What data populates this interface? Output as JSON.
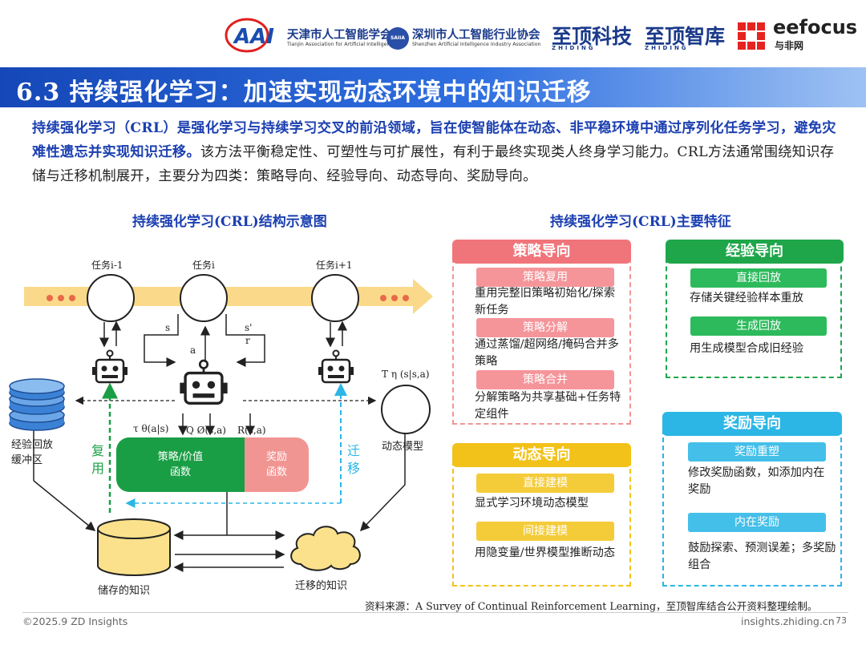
{
  "header": {
    "logos": [
      {
        "name": "tj-ai-society",
        "text": "天津市人工智能学会",
        "sub": "Tianjin Association for Artificial Intelligence",
        "mark": "CAAI"
      },
      {
        "name": "sz-ai-association",
        "text": "深圳市人工智能行业协会",
        "sub": "Shenzhen Artificial Intelligence Industry Association",
        "mark": "SAIIA"
      },
      {
        "name": "zhiding-tech",
        "text": "至顶科技",
        "sub": "ZHIDING"
      },
      {
        "name": "zhiding-think",
        "text": "至顶智库",
        "sub": "ZHIDING"
      },
      {
        "name": "eefocus",
        "text": "eefocus",
        "sub": "与非网"
      }
    ]
  },
  "title": "6.3 持续强化学习：加速实现动态环境中的知识迁移",
  "intro": {
    "highlight": "持续强化学习（CRL）是强化学习与持续学习交叉的前沿领域，旨在使智能体在动态、非平稳环境中通过序列化任务学习，避免灾难性遗忘并实现知识迁移。",
    "rest": "该方法平衡稳定性、可塑性与可扩展性，有利于最终实现类人终身学习能力。CRL方法通常围绕知识存储与迁移机制展开，主要分为四类：策略导向、经验导向、动态导向、奖励导向。"
  },
  "diagram": {
    "title": "持续强化学习(CRL)结构示意图",
    "tasks": [
      "任务i-1",
      "任务i",
      "任务i+1"
    ],
    "label_s": "s",
    "label_s_prime": "s'",
    "label_r": "r",
    "label_a": "a",
    "label_tau": "τ θ(a|s)",
    "label_q": "Q Ø(s,a)",
    "label_r_sa": "R(s,a)",
    "label_t_eta": "T η (s|s,a)",
    "dynamics_model": "动态模型",
    "replay_buffer": "经验回放\n缓冲区",
    "reuse": "复\n用",
    "transfer": "迁\n移",
    "policy_value": "策略/价值\n函数",
    "reward_func": "奖励\n函数",
    "stored_knowledge": "储存的知识",
    "transferred_knowledge": "迁移的知识"
  },
  "features": {
    "title": "持续强化学习(CRL)主要特征",
    "groups": [
      {
        "head": "策略导向",
        "color": "#f0757a",
        "tag_color": "#f5959a",
        "items": [
          {
            "tag": "策略复用",
            "desc": "重用完整旧策略初始化/探索新任务"
          },
          {
            "tag": "策略分解",
            "desc": "通过蒸馏/超网络/掩码合并多策略"
          },
          {
            "tag": "策略合并",
            "desc": "分解策略为共享基础+任务特定组件"
          }
        ]
      },
      {
        "head": "经验导向",
        "color": "#1fa64a",
        "tag_color": "#2dba5c",
        "items": [
          {
            "tag": "直接回放",
            "desc": "存储关键经验样本重放"
          },
          {
            "tag": "生成回放",
            "desc": "用生成模型合成旧经验"
          }
        ]
      },
      {
        "head": "动态导向",
        "color": "#f2c21a",
        "tag_color": "#f4cc3a",
        "items": [
          {
            "tag": "直接建模",
            "desc": "显式学习环境动态模型"
          },
          {
            "tag": "间接建模",
            "desc": "用隐变量/世界模型推断动态"
          }
        ]
      },
      {
        "head": "奖励导向",
        "color": "#2bb6e6",
        "tag_color": "#44bfe9",
        "items": [
          {
            "tag": "奖励重塑",
            "desc": "修改奖励函数，如添加内在奖励"
          },
          {
            "tag": "内在奖励",
            "desc": "鼓励探索、预测误差；多奖励组合"
          }
        ]
      }
    ]
  },
  "source": "资料来源：A Survey of Continual Reinforcement Learning，至顶智库结合公开资料整理绘制。",
  "footer": {
    "left": "©2025.9 ZD Insights",
    "right": "insights.zhiding.cn",
    "page": "73"
  },
  "colors": {
    "title_blue": "#1547b8",
    "policy_green": "#1a9e45",
    "reward_pink": "#f19592",
    "knowledge_yellow": "#fbe18c"
  }
}
